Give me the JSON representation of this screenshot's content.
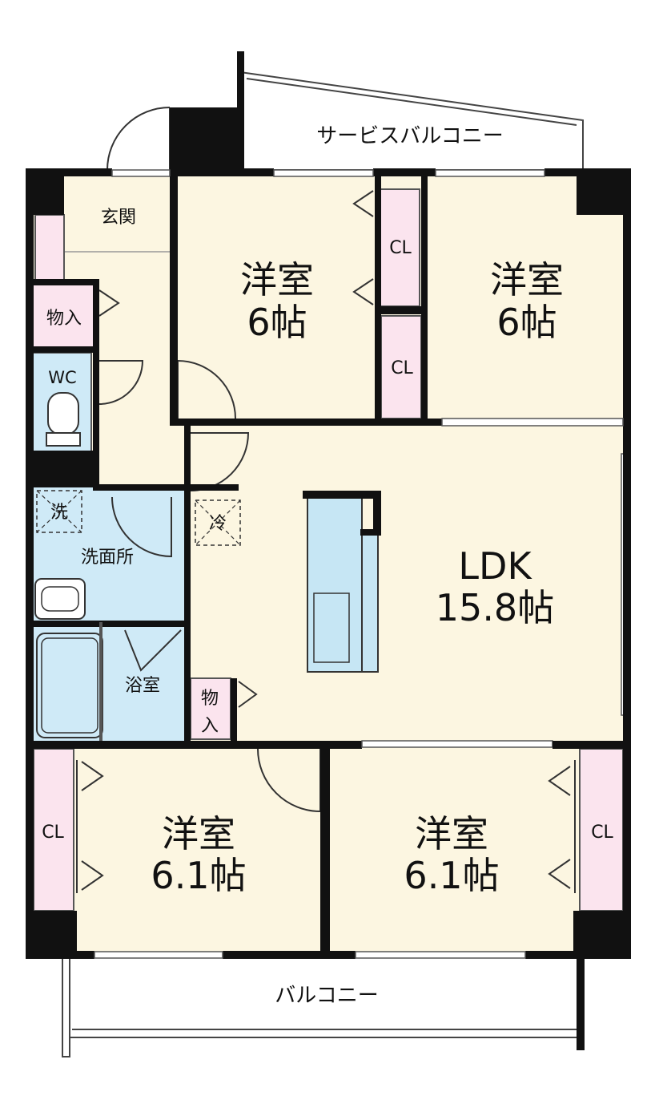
{
  "labels": {
    "service_balcony": "サービスバルコニー",
    "balcony": "バルコニー",
    "entrance": "玄関",
    "storage_left": "物入",
    "wc": "WC",
    "washer": "洗",
    "washroom": "洗面所",
    "bath": "浴室",
    "fridge": "冷",
    "storage_ldk_1": "物",
    "storage_ldk_2": "入",
    "ldk_name": "LDK",
    "ldk_size": "15.8帖",
    "room_nw_name": "洋室",
    "room_nw_size": "6帖",
    "room_ne_name": "洋室",
    "room_ne_size": "6帖",
    "room_sw_name": "洋室",
    "room_sw_size": "6.1帖",
    "room_se_name": "洋室",
    "room_se_size": "6.1帖",
    "cl_1": "CL",
    "cl_2": "CL",
    "cl_3": "CL",
    "cl_4": "CL"
  },
  "colors": {
    "room_floor": "#fcf6e1",
    "wet_area": "#cfeaf7",
    "closet": "#fbe4ee",
    "wall": "#111111",
    "kitchen_counter": "#c6e6f4"
  }
}
